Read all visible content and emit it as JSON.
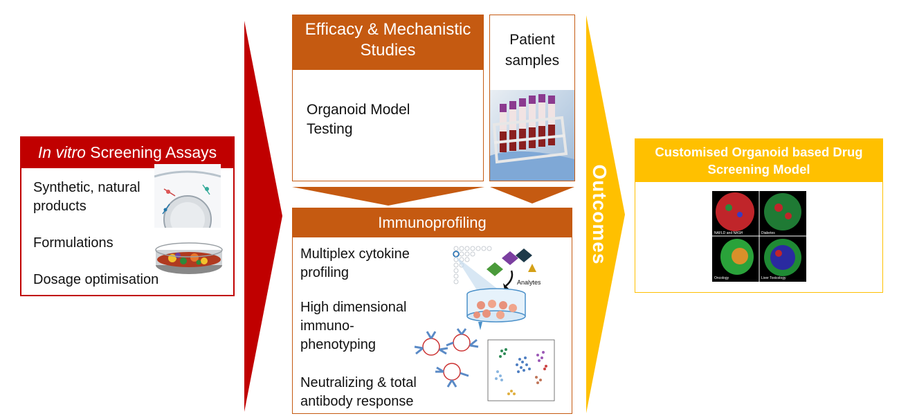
{
  "screening": {
    "title_italic": "In vitro",
    "title_rest": " Screening Assays",
    "items": [
      "Synthetic, natural products",
      "Formulations",
      "Dosage optimisation"
    ]
  },
  "efficacy": {
    "title": "Efficacy & Mechanistic Studies",
    "body": "Organoid Model Testing"
  },
  "patient": {
    "title": "Patient samples"
  },
  "immuno": {
    "title": "Immunoprofiling",
    "items": [
      "Multiplex cytokine profiling",
      "High dimensional immuno-phenotyping",
      "Neutralizing & total antibody response"
    ],
    "analytes_label": "Analytes"
  },
  "outcomes": {
    "label": "Outcomes"
  },
  "model": {
    "title": "Customised Organoid based Drug Screening Model",
    "panels": [
      "NAFLD and NASH",
      "Diabetes",
      "Oncology",
      "Liver Toxicology"
    ]
  },
  "colors": {
    "red": "#c00000",
    "orange": "#c55a11",
    "gold": "#ffc000"
  }
}
